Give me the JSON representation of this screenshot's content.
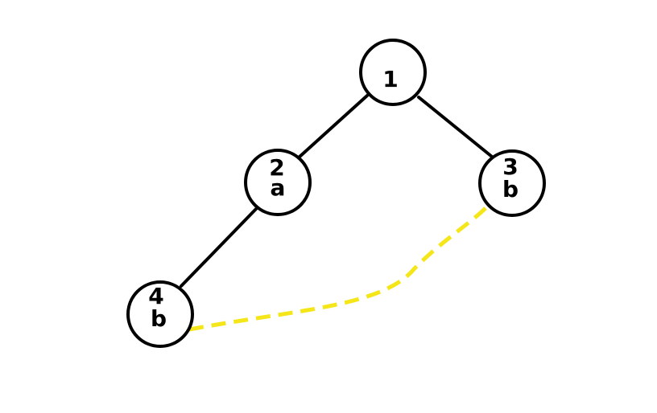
{
  "nodes": [
    {
      "id": "1",
      "label": "1",
      "sub": ""
    },
    {
      "id": "2",
      "label": "2",
      "sub": "a"
    },
    {
      "id": "3",
      "label": "3",
      "sub": "b"
    },
    {
      "id": "4",
      "label": "4",
      "sub": "b"
    }
  ],
  "edges": [
    {
      "from": "1",
      "to": "2",
      "style": "solid"
    },
    {
      "from": "1",
      "to": "3",
      "style": "solid"
    },
    {
      "from": "2",
      "to": "4",
      "style": "solid"
    },
    {
      "from": "4",
      "to": "3",
      "style": "dashed"
    }
  ],
  "colors": {
    "node_stroke": "#000000",
    "edge": "#000000",
    "dashed_edge": "#f5e61a",
    "background": "#ffffff"
  }
}
